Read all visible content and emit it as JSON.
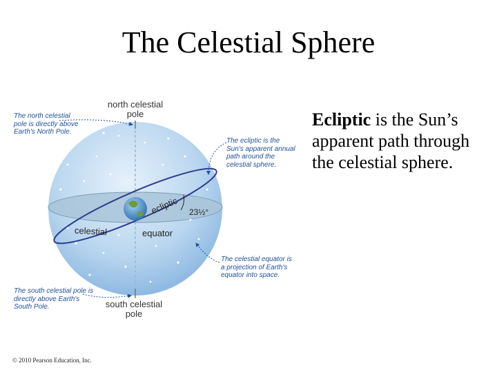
{
  "title": "The Celestial Sphere",
  "diagram": {
    "north_pole_label": "north celestial pole",
    "south_pole_label": "south celestial pole",
    "celestial_label": "celestial",
    "equator_label": "equator",
    "ecliptic_label": "ecliptic",
    "angle_label": "23½°",
    "callout_north": "The north celestial pole is directly above Earth's North Pole.",
    "callout_ecliptic": "The ecliptic is the Sun's apparent annual path around the celestial sphere.",
    "callout_equator": "The celestial equator is a projection of Earth's equator into space.",
    "callout_south": "The south celestial pole is directly above Earth's South Pole."
  },
  "side_text": {
    "term": "Ecliptic",
    "definition": " is the Sun’s apparent path through the celestial sphere."
  },
  "copyright": "© 2010 Pearson Education, Inc.",
  "colors": {
    "sphere_light": "#dcecf9",
    "sphere_dark": "#8fbbe3",
    "equator_plane": "#a9c4d8",
    "ecliptic_line": "#2e3b8f",
    "callout_text": "#1f4f99"
  }
}
